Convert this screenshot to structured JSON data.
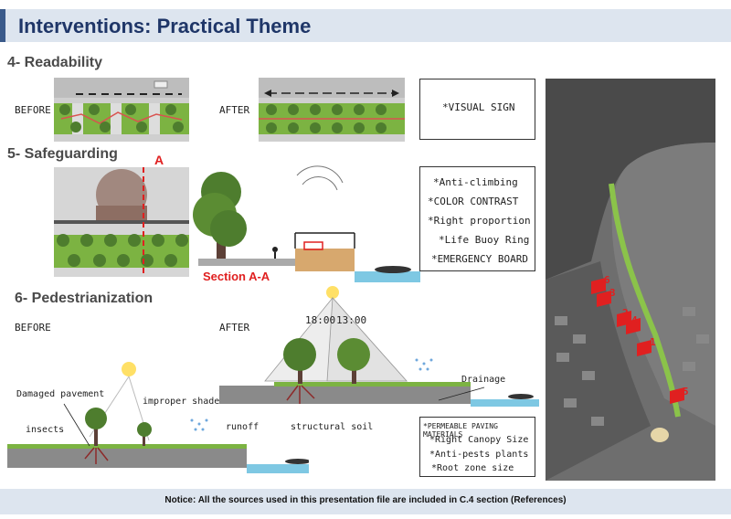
{
  "title": "Interventions: Practical Theme",
  "sections": {
    "readability": {
      "heading": "4- Readability",
      "before_label": "BEFORE",
      "after_label": "AFTER",
      "box_text": "*VISUAL SIGN"
    },
    "safeguarding": {
      "heading": "5- Safeguarding",
      "section_marker": "A",
      "section_caption": "Section A-A",
      "box_items": [
        "*Anti-climbing",
        "*COLOR CONTRAST",
        "*Right proportion",
        "*Life Buoy Ring",
        "*EMERGENCY BOARD"
      ]
    },
    "pedestrianization": {
      "heading": "6- Pedestrianization",
      "before_label": "BEFORE",
      "after_label": "AFTER",
      "time_1": "18:00",
      "time_2": "13:00",
      "labels": {
        "damaged_pavement": "Damaged pavement",
        "improper_shade": "improper shade",
        "insects": "insects",
        "runoff": "runoff",
        "drainage": "Drainage",
        "structural_soil": "structural soil"
      },
      "box_items": [
        "*PERMEABLE PAVING MATERIALS",
        "*Right Canopy Size",
        "*Anti-pests plants",
        "*Root zone size"
      ]
    }
  },
  "map": {
    "markers": [
      "6",
      "3",
      "2",
      "4",
      "1",
      "5"
    ]
  },
  "footer": "Notice: All  the sources used in this presentation file are included in C.4 section (References)",
  "colors": {
    "title_bg": "#dde5ef",
    "title_text": "#1f3668",
    "grass": "#7cb342",
    "tree": "#4e7d2e",
    "red_accent": "#e02020",
    "water": "#7ec8e3"
  }
}
